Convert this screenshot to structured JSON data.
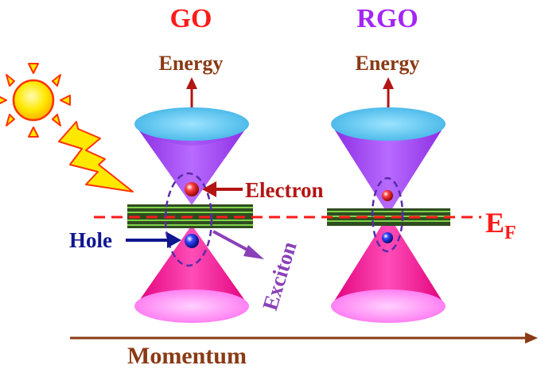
{
  "labels": {
    "go_title": "GO",
    "rgo_title": "RGO",
    "energy_left": "Energy",
    "energy_right": "Energy",
    "electron": "Electron",
    "hole": "Hole",
    "exciton": "Exciton",
    "fermi_main": "E",
    "fermi_sub": "F",
    "momentum": "Momentum"
  },
  "colors": {
    "go_title": "#ff1a1a",
    "rgo_title": "#a326f5",
    "brown_text": "#8a3a14",
    "arrow_red": "#b31414",
    "fermi_red": "#ff1a1a",
    "navy": "#0f168f",
    "exciton_purple": "#8a40b8",
    "upper_cone": "#a64df5",
    "upper_cone_top": "#66ccf0",
    "lower_cone": "#ff1a9a",
    "lower_cone_base": "#ff9aff",
    "graphene_dark": "#2e4d1f",
    "graphene_light": "#7fd24a",
    "sun_fill": "#ffe800",
    "sun_stroke": "#ff3300"
  },
  "icons": {
    "sun": "sun-icon",
    "lightning": "lightning-icon",
    "electron": "electron-sphere-icon",
    "hole": "hole-sphere-icon"
  }
}
